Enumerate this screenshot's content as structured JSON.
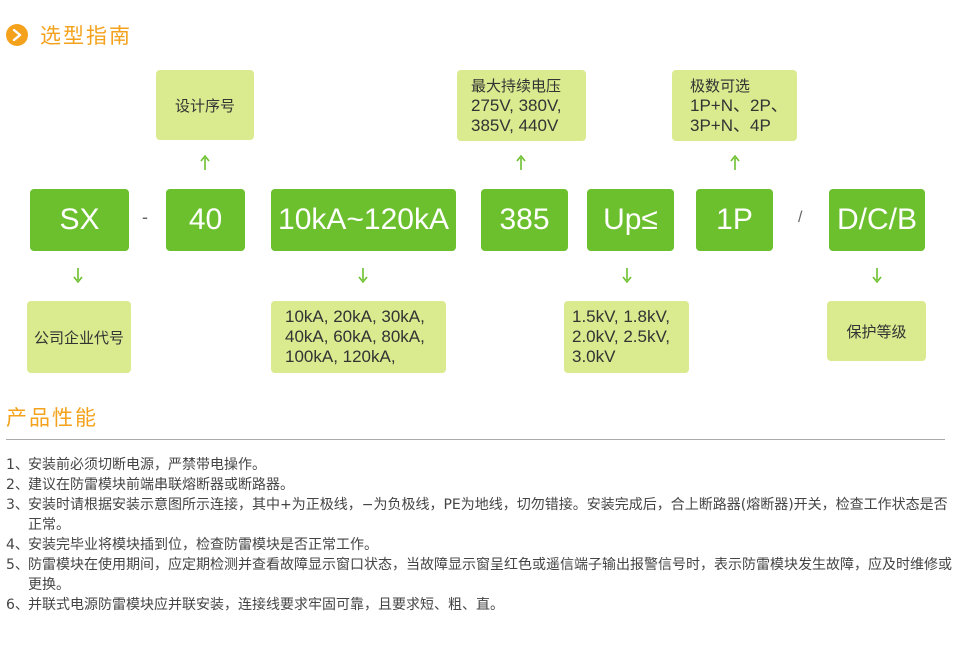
{
  "selection_guide": {
    "title": "选型指南",
    "code_segments": {
      "company": "SX",
      "dash": "-",
      "design_no": "40",
      "current": "10kA~120kA",
      "voltage": "385",
      "up": "Up≤",
      "poles": "1P",
      "slash": "/",
      "level": "D/C/B"
    },
    "notes": {
      "design_no": "设计序号",
      "voltage": [
        "最大持续电压",
        "275V, 380V,",
        "385V, 440V"
      ],
      "poles": [
        "极数可选",
        "1P+N、2P、",
        "3P+N、4P"
      ],
      "company": "公司企业代号",
      "current": [
        "10kA, 20kA, 30kA,",
        "40kA, 60kA, 80kA,",
        "100kA, 120kA,"
      ],
      "up": [
        "1.5kV, 1.8kV,",
        "2.0kV, 2.5kV,",
        "3.0kV"
      ],
      "level": "保护等级"
    },
    "colors": {
      "accent": "#f4a21c",
      "code_box": "#6cc02e",
      "note_box": "#d9ea8f",
      "arrow": "#6cc02e"
    }
  },
  "performance": {
    "title": "产品性能",
    "items": [
      {
        "num": "1、",
        "text": "安装前必须切断电源，严禁带电操作。"
      },
      {
        "num": "2、",
        "text": "建议在防雷模块前端串联熔断器或断路器。"
      },
      {
        "num": "3、",
        "text": "安装时请根据安装示意图所示连接，其中+为正极线，−为负极线，PE为地线，切勿错接。安装完成后，合上断路器(熔断器)开关，检查工作状态是否正常。"
      },
      {
        "num": "4、",
        "text": "安装完毕业将模块插到位，检查防雷模块是否正常工作。"
      },
      {
        "num": "5、",
        "text": "防雷模块在使用期间，应定期检测并查看故障显示窗口状态，当故障显示窗呈红色或遥信端子输出报警信号时，表示防雷模块发生故障，应及时维修或更换。"
      },
      {
        "num": "6、",
        "text": "并联式电源防雷模块应并联安装，连接线要求牢固可靠，且要求短、粗、直。"
      }
    ]
  }
}
